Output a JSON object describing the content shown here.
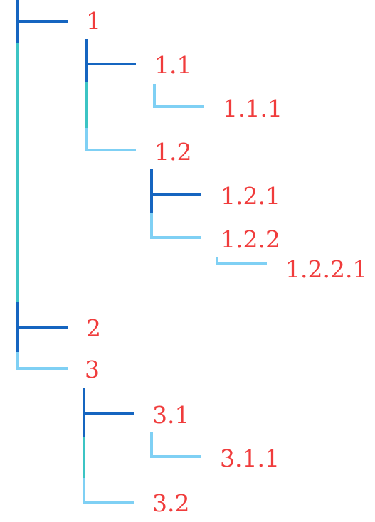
{
  "colors": {
    "label": "#f03c3c",
    "connector_dark": "#1565c0",
    "connector_light": "#7fd0f4",
    "trunk_teal": "#3cc4c4"
  },
  "tree": {
    "nodes": [
      {
        "id": "1",
        "label": "1"
      },
      {
        "id": "1.1",
        "label": "1.1"
      },
      {
        "id": "1.1.1",
        "label": "1.1.1"
      },
      {
        "id": "1.2",
        "label": "1.2"
      },
      {
        "id": "1.2.1",
        "label": "1.2.1"
      },
      {
        "id": "1.2.2",
        "label": "1.2.2"
      },
      {
        "id": "1.2.2.1",
        "label": "1.2.2.1"
      },
      {
        "id": "2",
        "label": "2"
      },
      {
        "id": "3",
        "label": "3"
      },
      {
        "id": "3.1",
        "label": "3.1"
      },
      {
        "id": "3.1.1",
        "label": "3.1.1"
      },
      {
        "id": "3.2",
        "label": "3.2"
      }
    ]
  }
}
